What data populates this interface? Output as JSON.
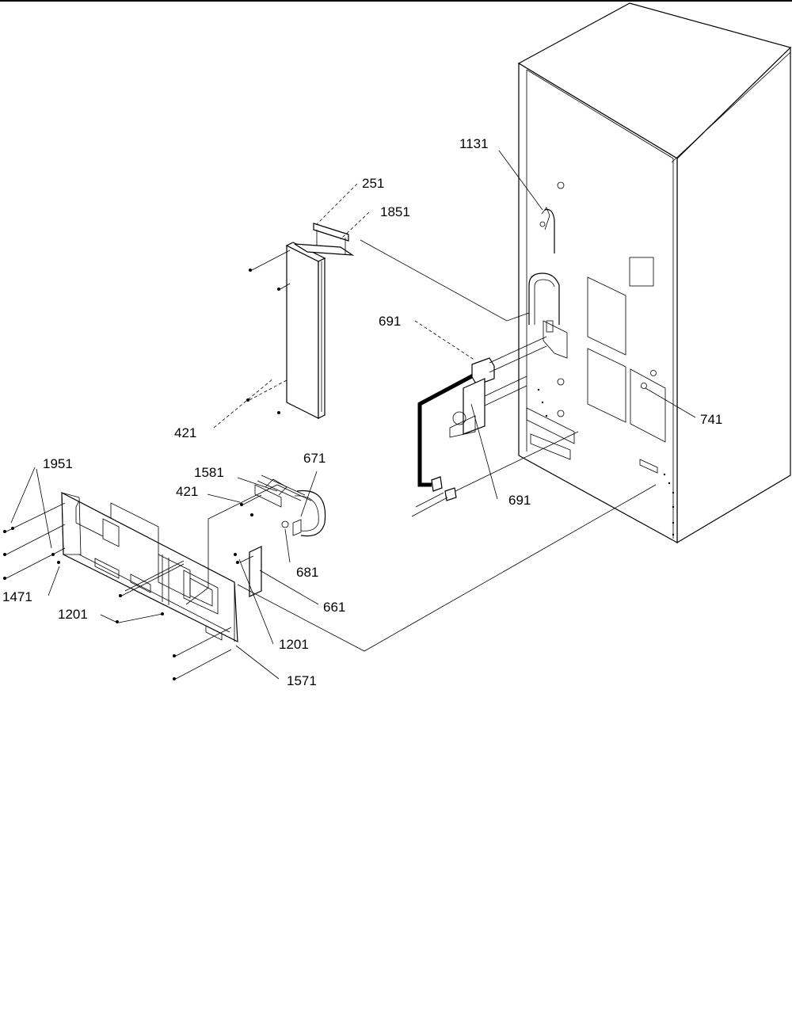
{
  "diagram": {
    "labels": {
      "l1131": "1131",
      "l251": "251",
      "l1851": "1851",
      "l691a": "691",
      "l691b": "691",
      "l741": "741",
      "l421a": "421",
      "l421b": "421",
      "l1951": "1951",
      "l1581": "1581",
      "l671": "671",
      "l1471": "1471",
      "l681": "681",
      "l661": "661",
      "l1201a": "1201",
      "l1201b": "1201",
      "l1571": "1571"
    }
  }
}
